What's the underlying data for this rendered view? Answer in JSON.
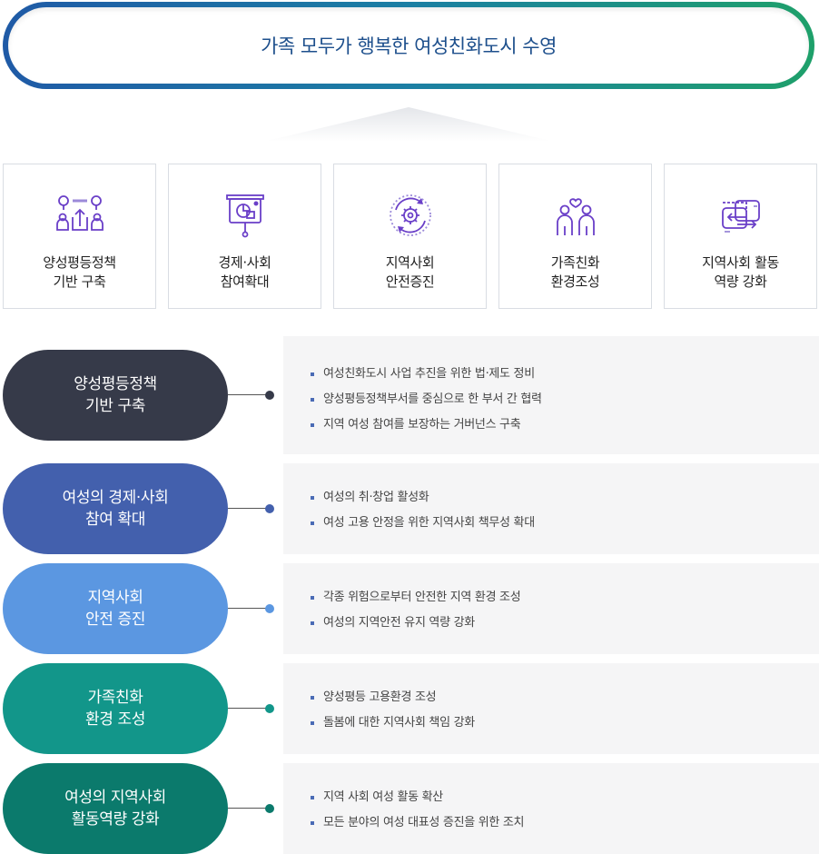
{
  "vision": {
    "title": "가족 모두가 행복한 여성친화도시 수영"
  },
  "goals": [
    {
      "icon": "gender-equality-icon",
      "label": "양성평등정책\n기반 구축"
    },
    {
      "icon": "presentation-board-icon",
      "label": "경제·사회\n참여확대"
    },
    {
      "icon": "safety-gear-icon",
      "label": "지역사회\n안전증진"
    },
    {
      "icon": "family-heart-icon",
      "label": "가족친화\n환경조성"
    },
    {
      "icon": "exchange-arrows-icon",
      "label": "지역사회 활동\n역량 강화"
    }
  ],
  "strategies": [
    {
      "title": "양성평등정책\n기반 구축",
      "color": "#363a49",
      "items": [
        "여성친화도시 사업 추진을 위한 법·제도 정비",
        "양성평등정책부서를 중심으로 한 부서 간 협력",
        "지역 여성 참여를 보장하는 거버넌스 구축"
      ]
    },
    {
      "title": "여성의 경제·사회\n참여 확대",
      "color": "#4360ad",
      "items": [
        "여성의 취·창업 활성화",
        "여성 고용 안정을 위한 지역사회 책무성 확대"
      ]
    },
    {
      "title": "지역사회\n안전 증진",
      "color": "#5b97e1",
      "items": [
        "각종 위험으로부터 안전한 지역 환경 조성",
        "여성의 지역안전 유지 역량 강화"
      ]
    },
    {
      "title": "가족친화\n환경 조성",
      "color": "#12968a",
      "items": [
        "양성평등 고용환경 조성",
        "돌봄에 대한 지역사회 책임 강화"
      ]
    },
    {
      "title": "여성의 지역사회\n활동역량 강화",
      "color": "#0b7a6c",
      "items": [
        "지역 사회 여성 활동 확산",
        "모든 분야의 여성 대표성 증진을 위한 조치"
      ]
    }
  ],
  "colors": {
    "icon_purple": "#6a3fc8",
    "bullet": "#4a6bb5",
    "connector": "#555555"
  }
}
